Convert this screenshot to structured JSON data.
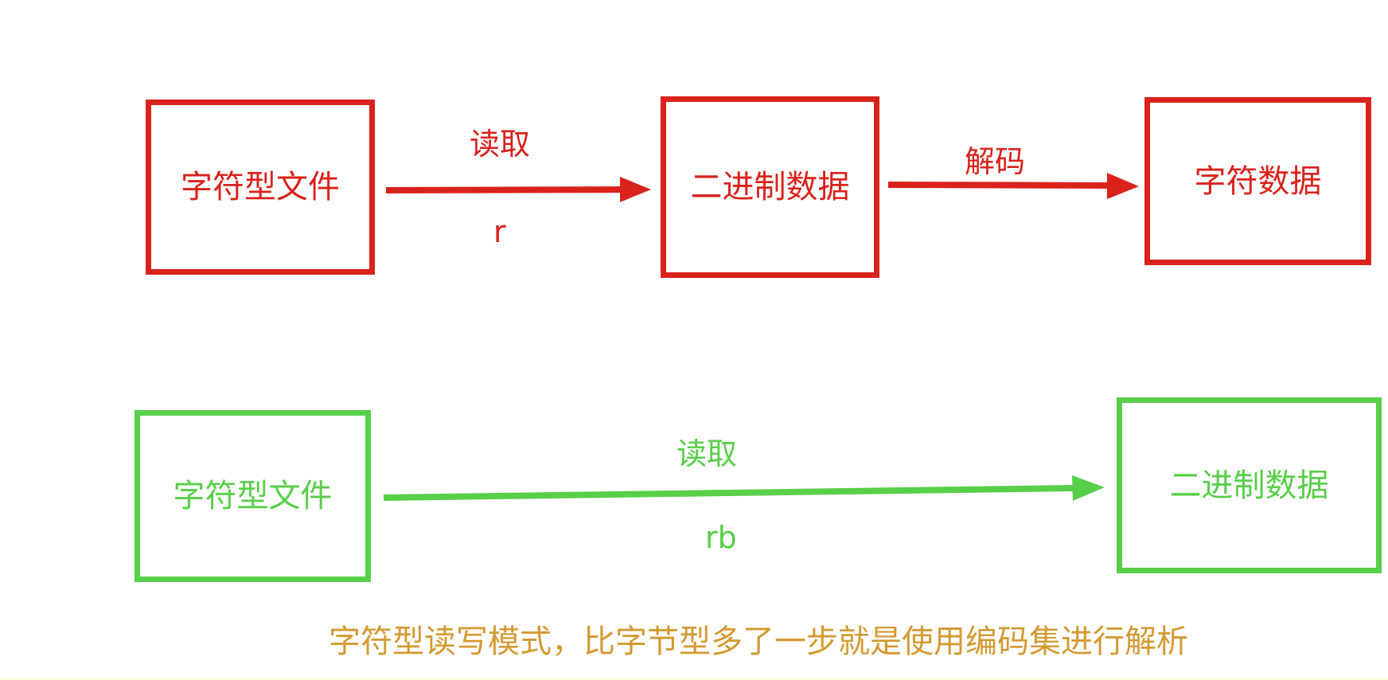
{
  "row1": {
    "color": "#d9221c",
    "box_file": "字符型文件",
    "read_label": "读取",
    "read_mode": "r",
    "box_binary": "二进制数据",
    "decode_label": "解码",
    "box_chars": "字符数据"
  },
  "row2": {
    "color": "#58cf49",
    "box_file": "字符型文件",
    "read_label": "读取",
    "read_mode": "rb",
    "box_binary": "二进制数据"
  },
  "caption": {
    "text": "字符型读写模式，比字节型多了一步就是使用编码集进行解析",
    "color": "#d39a32"
  }
}
